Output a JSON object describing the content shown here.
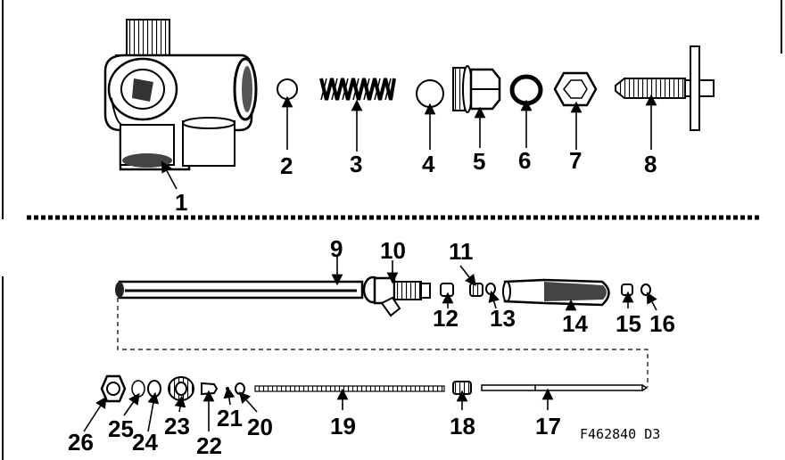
{
  "diagram": {
    "parts": [
      {
        "id": "1"
      },
      {
        "id": "2"
      },
      {
        "id": "3"
      },
      {
        "id": "4"
      },
      {
        "id": "5"
      },
      {
        "id": "6"
      },
      {
        "id": "7"
      },
      {
        "id": "8"
      },
      {
        "id": "9"
      },
      {
        "id": "10"
      },
      {
        "id": "11"
      },
      {
        "id": "12"
      },
      {
        "id": "13"
      },
      {
        "id": "14"
      },
      {
        "id": "15"
      },
      {
        "id": "16"
      },
      {
        "id": "17"
      },
      {
        "id": "18"
      },
      {
        "id": "19"
      },
      {
        "id": "20"
      },
      {
        "id": "21"
      },
      {
        "id": "22"
      },
      {
        "id": "23"
      },
      {
        "id": "24"
      },
      {
        "id": "25"
      },
      {
        "id": "26"
      }
    ],
    "figure_code": "F462840 D3"
  }
}
